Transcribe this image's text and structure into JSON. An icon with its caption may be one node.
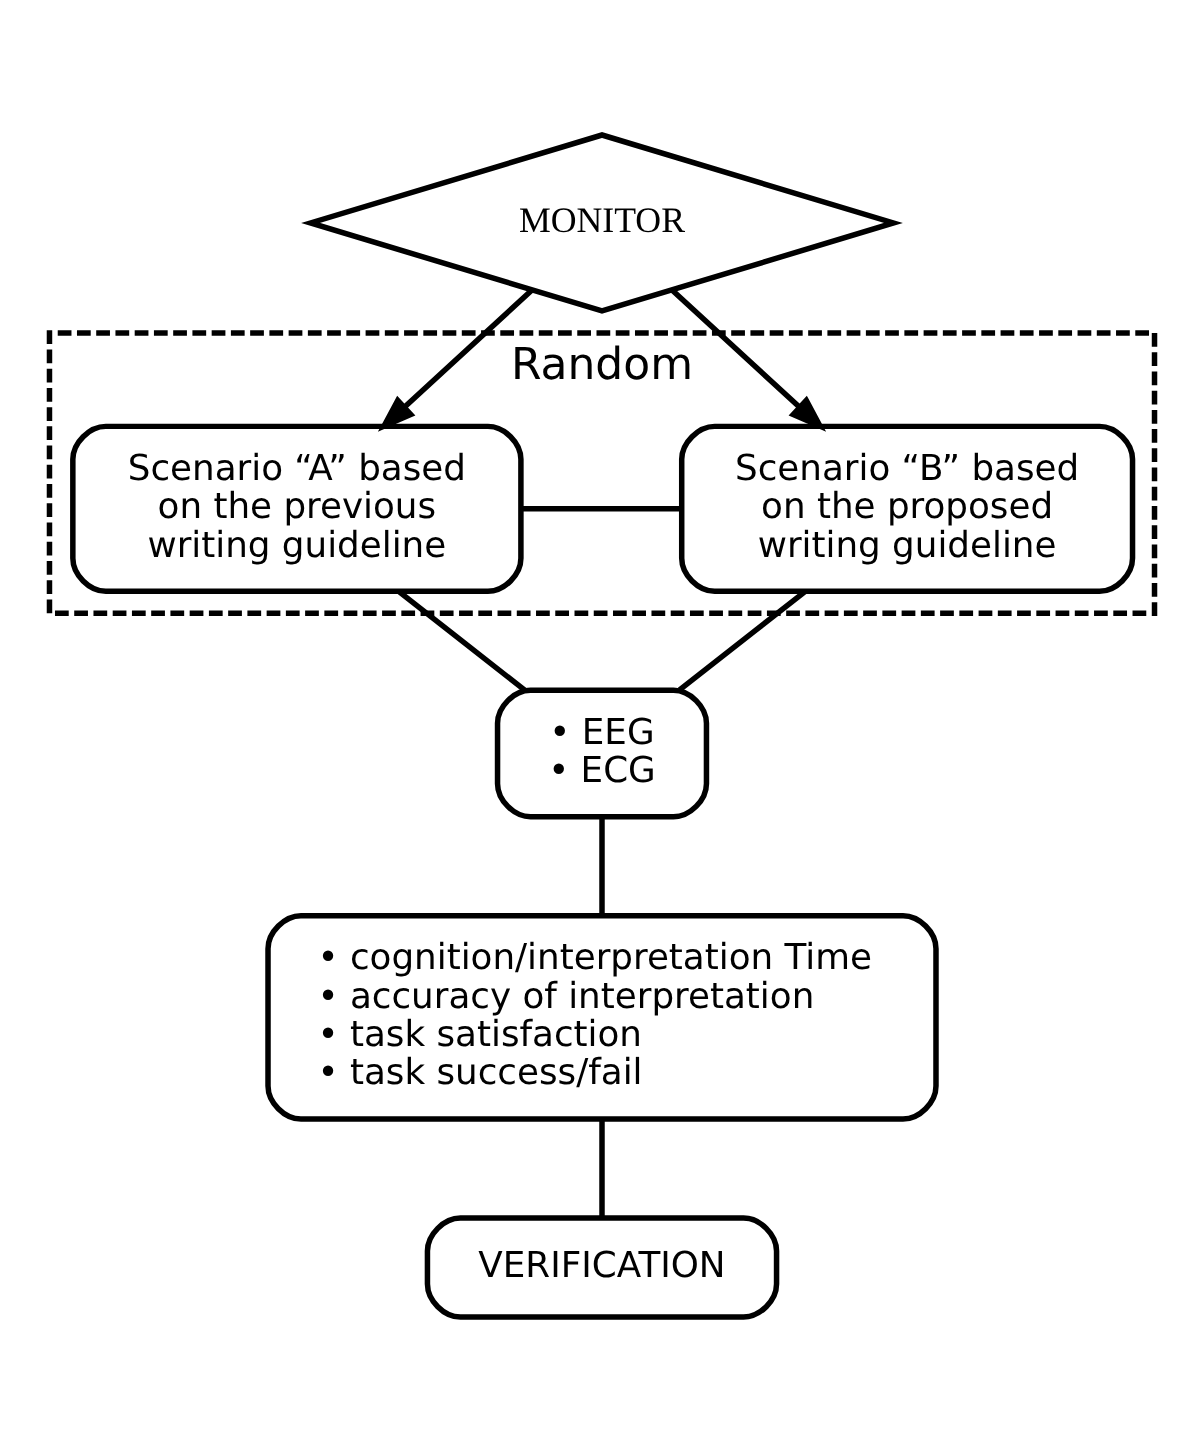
{
  "diagram": {
    "nodes": [
      {
        "text": [
          "MONITOR"
        ]
      },
      {
        "text": [
          "Random"
        ]
      },
      {
        "text": [
          "Scenario “A” based on the previous writing guideline"
        ],
        "in": 1
      },
      {
        "text": [
          "Scenario “B” based on the proposed writing guideline"
        ],
        "in": 1
      },
      {
        "text": [
          "• EEG",
          "• ECG"
        ]
      },
      {
        "text": [
          "• cognition/interpretation Time",
          "• accuracy of interpretation",
          "• task satisfaction",
          "• task success/fail"
        ]
      },
      {
        "text": [
          "VERIFICATION"
        ]
      }
    ],
    "edges": [
      {
        "from": 0,
        "to": 2,
        "arrow": "to"
      },
      {
        "from": 0,
        "to": 3,
        "arrow": "to"
      },
      {
        "from": 2,
        "to": 3,
        "arrow": "none"
      },
      {
        "from": 2,
        "to": 4,
        "arrow": "none"
      },
      {
        "from": 3,
        "to": 4,
        "arrow": "none"
      },
      {
        "from": 4,
        "to": 5,
        "arrow": "none"
      },
      {
        "from": 5,
        "to": 6,
        "arrow": "none"
      }
    ]
  }
}
